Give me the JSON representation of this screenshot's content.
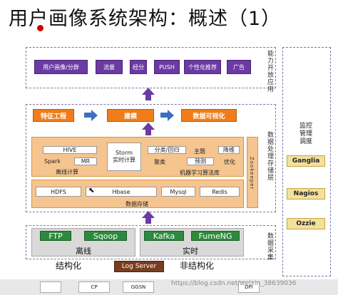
{
  "title": "用户画像系统架构：概述（1）",
  "app_layer": {
    "side_label": "能力开放应用",
    "buttons": [
      "用户画像/分群",
      "流量",
      "经分",
      "PUSH",
      "个性化推荐",
      "广告"
    ]
  },
  "process_layer": {
    "side_label": "数据处理存储层",
    "top_buttons": [
      "特征工程",
      "建模",
      "数据可视化"
    ],
    "compute": {
      "hive": "HIVE",
      "spark": "Spark",
      "mr": "MR",
      "offline": "离线计算",
      "storm": "Storm",
      "realtime": "实时计算",
      "ml_items": [
        "分类/回归",
        "主题",
        "降维",
        "聚类",
        "预测",
        "优化"
      ],
      "ml_label": "机器学习算法库",
      "zookeeper": "Zookeeper"
    },
    "storage": {
      "items": [
        "HDFS",
        "Hbase",
        "Mysql",
        "Redis"
      ],
      "label": "数据存储"
    }
  },
  "collect_layer": {
    "side_label": "数据采集",
    "left_buttons": [
      "FTP",
      "Sqoop"
    ],
    "left_label": "离线",
    "right_buttons": [
      "Kafka",
      "FumeNG"
    ],
    "right_label": "实时"
  },
  "bottom": {
    "structured": "结构化",
    "log_server": "Log Server",
    "unstructured": "非结构化",
    "sources": [
      "CP",
      "GGSN",
      "DPI"
    ],
    "watermark": "https://blog.csdn.net/weixin_38639036"
  },
  "monitor": {
    "label": "监控管理调度",
    "tools": [
      "Ganglia",
      "Nagios",
      "Ozzie"
    ]
  }
}
